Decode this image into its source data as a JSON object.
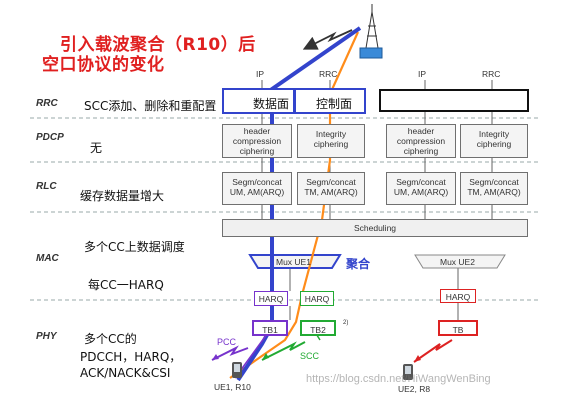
{
  "title": {
    "line1": "引入载波聚合（R10）后",
    "line2": "空口协议的变化"
  },
  "layers": [
    "RRC",
    "PDCP",
    "RLC",
    "MAC",
    "PHY"
  ],
  "descriptions": {
    "rrc": "SCC添加、删除和重配置",
    "pdcp": "无",
    "rlc": "缓存数据量增大",
    "mac1": "多个CC上数据调度",
    "mac2": "每CC一HARQ",
    "phy1": "多个CC的",
    "phy2": "PDCCH，HARQ，",
    "phy3": "ACK/NACK&CSI"
  },
  "ue1": {
    "ip": "IP",
    "rrc": "RRC",
    "data_plane": "数据面",
    "control_plane": "控制面",
    "pdcp_left": [
      "header",
      "compression",
      "ciphering"
    ],
    "pdcp_right": [
      "Integrity",
      "ciphering"
    ],
    "rlc_left": [
      "Segm/concat",
      "UM, AM(ARQ)"
    ],
    "rlc_right": [
      "Segm/concat",
      "TM, AM(ARQ)"
    ],
    "scheduling": "Scheduling",
    "mux": "Mux UE1",
    "aggregation": "聚合",
    "harq": [
      "HARQ",
      "HARQ"
    ],
    "tb": [
      "TB1",
      "TB2"
    ],
    "footnote": "2)",
    "pcc": "PCC",
    "scc": "SCC",
    "label": "UE1, R10"
  },
  "ue2": {
    "ip": "IP",
    "rrc": "RRC",
    "pdcp_left": [
      "header",
      "compression",
      "ciphering"
    ],
    "pdcp_right": [
      "Integrity",
      "ciphering"
    ],
    "rlc_left": [
      "Segm/concat",
      "UM, AM(ARQ)"
    ],
    "rlc_right": [
      "Segm/concat",
      "TM, AM(ARQ)"
    ],
    "mux": "Mux UE2",
    "harq": "HARQ",
    "tb": "TB",
    "label": "UE2, R8"
  },
  "watermark": "https://blog.csdn.net/HiWangWenBing",
  "colors": {
    "blue": "#3344cc",
    "orange": "#ff8c1a",
    "green": "#22aa33",
    "red": "#dd2222",
    "purple": "#7733cc",
    "title": "#e02020"
  },
  "icons": [
    "cell-tower-icon",
    "phone-icon"
  ]
}
